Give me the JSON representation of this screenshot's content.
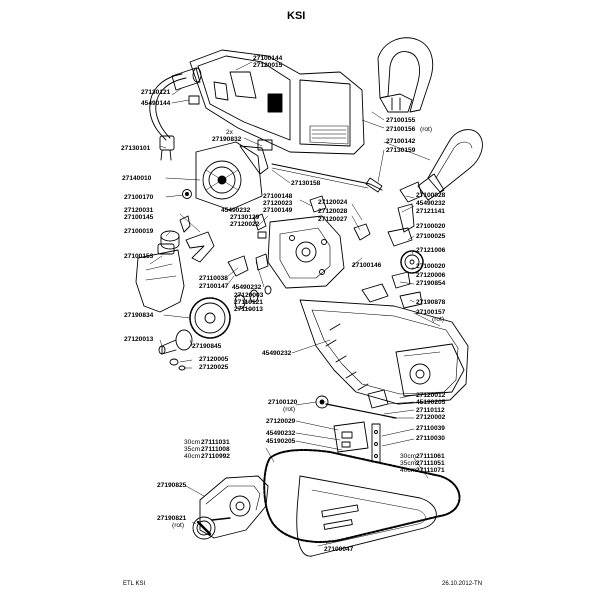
{
  "title": "KSI",
  "footer": {
    "left": "ETL KSI",
    "right": "26.10.2012-TN"
  },
  "size_labels": {
    "s30": "30cm",
    "s35": "35cm",
    "s40": "40cm"
  },
  "labels": {
    "p27100144": "27100144",
    "p27120015": "27120015",
    "p27130121": "27130121",
    "p45490144": "45490144",
    "p2x": "2x",
    "p27190832": "27190832",
    "p27130101": "27130101",
    "p27140010": "27140010",
    "p27100155": "27100155",
    "p27100156": "27100156",
    "rot1": "(rot)",
    "p27100142": "27100142",
    "p27130159": "27130159",
    "p27130158": "27130158",
    "p27100170": "27100170",
    "p27100148": "27100148",
    "p27120023": "27120023",
    "p27100149": "27100149",
    "p27120031": "27120031",
    "p27100145": "27100145",
    "p45490232a": "45490232",
    "p27130129": "27130129",
    "p27120022": "27120022",
    "p27120024": "27120024",
    "p27120028": "27120028",
    "p27120027": "27120027",
    "p27100028": "27100028",
    "p45490232b": "45490232",
    "p27121141": "27121141",
    "p27100019": "27100019",
    "p27100020a": "27100020",
    "p27100025": "27100025",
    "p27121006": "27121006",
    "p27100153": "27100153",
    "p27110038": "27110038",
    "p27100147": "27100147",
    "p27100146": "27100146",
    "p27100020b": "27100020",
    "p27120006": "27120006",
    "p27190854": "27190854",
    "p45490232c": "45490232",
    "p27120003": "27120003",
    "p27110121": "27110121",
    "p27110013": "27110013",
    "p27190878": "27190878",
    "p27190834": "27190834",
    "p27100157": "27100157",
    "rot2": "(rot)",
    "p27120013": "27120013",
    "p27190845": "27190845",
    "p27120005": "27120005",
    "p27120025": "27120025",
    "p45490232d": "45490232",
    "p27120012": "27120012",
    "p45190205a": "45190205",
    "p27110112": "27110112",
    "p27120002": "27120002",
    "p27100120": "27100120",
    "rot3": "(rot)",
    "p27110039": "27110039",
    "p27120029": "27120029",
    "p45490232e": "45490232",
    "p45190205b": "45190205",
    "p27110030": "27110030",
    "p27111031": "27111031",
    "p27111008": "27111008",
    "p27110992": "27110992",
    "p27111061": "27111061",
    "p27111051": "27111051",
    "p27111071": "27111071",
    "p27190825": "27190825",
    "p27190821": "27190821",
    "rot4": "(rot)",
    "p27100047": "27100047"
  }
}
